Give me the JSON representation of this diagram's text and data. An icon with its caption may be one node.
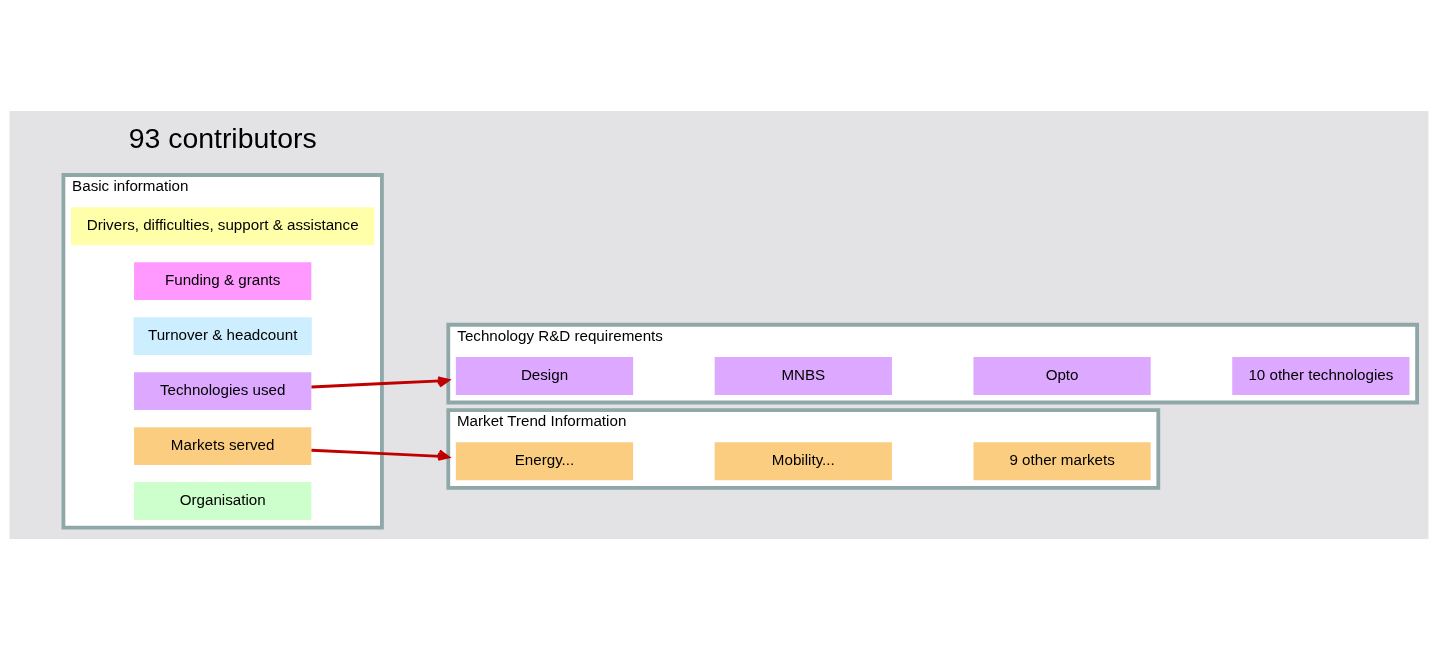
{
  "diagram": {
    "nodes": [
      {
        "text": [
          "Basic information"
        ]
      },
      {
        "text": [
          "Organisation"
        ],
        "in": 0
      },
      {
        "text": [
          "Technologies used"
        ],
        "in": 0
      },
      {
        "text": [
          "Markets served"
        ],
        "in": 0
      },
      {
        "text": [
          "Turnover & headcount"
        ],
        "in": 0
      },
      {
        "text": [
          "Funding & grants"
        ],
        "in": 0
      },
      {
        "text": [
          "Drivers, difficulties, support & assistance"
        ],
        "in": 0
      },
      {
        "text": [
          "Technology R&D requirements"
        ]
      },
      {
        "text": [
          "Design"
        ],
        "in": 7
      },
      {
        "text": [
          "MNBS"
        ],
        "in": 7
      },
      {
        "text": [
          "Opto"
        ],
        "in": 7
      },
      {
        "text": [
          "10 other technologies"
        ],
        "in": 7
      },
      {
        "text": [
          "Market Trend Information"
        ]
      },
      {
        "text": [
          "Energy..."
        ],
        "in": 12
      },
      {
        "text": [
          "Mobility..."
        ],
        "in": 12
      },
      {
        "text": [
          "9 other markets"
        ],
        "in": 12
      }
    ],
    "edges": [
      {
        "from": 2,
        "to": 7,
        "arrow": "to"
      },
      {
        "from": 3,
        "to": 12,
        "arrow": "to"
      }
    ],
    "labels": [
      "93 contributors"
    ]
  }
}
